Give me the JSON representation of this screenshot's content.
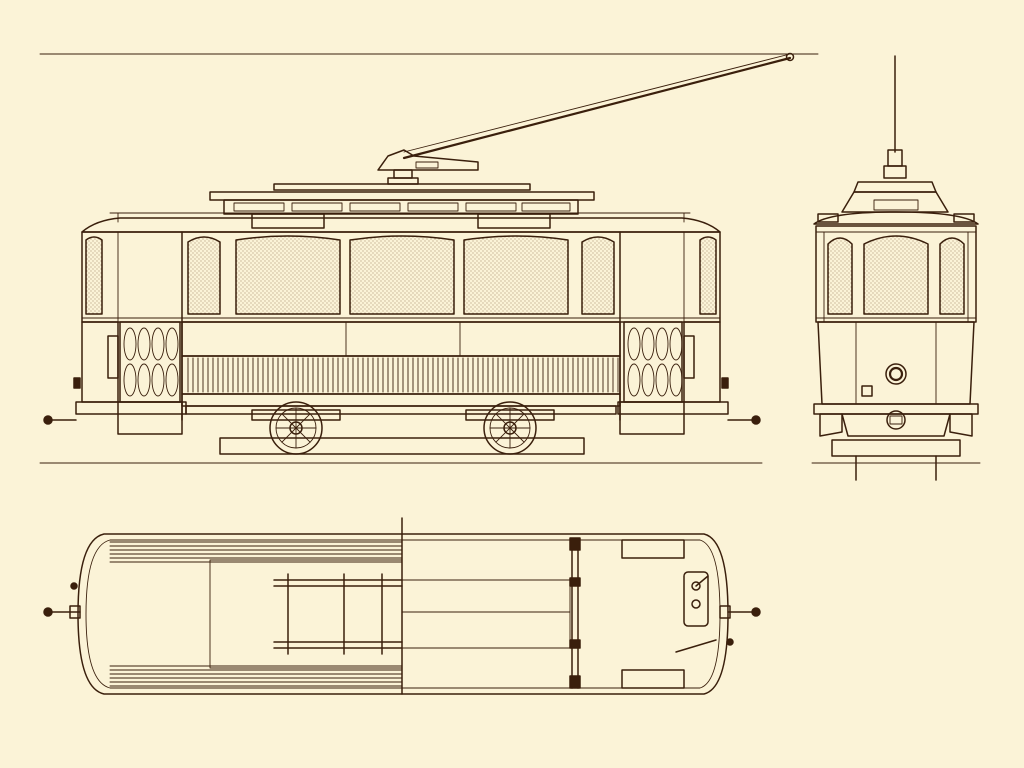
{
  "colors": {
    "paper": "#fbf3d7",
    "ink": "#3a1f0c"
  },
  "views": [
    {
      "id": "side-elevation"
    },
    {
      "id": "front-elevation"
    },
    {
      "id": "plan-view"
    }
  ]
}
